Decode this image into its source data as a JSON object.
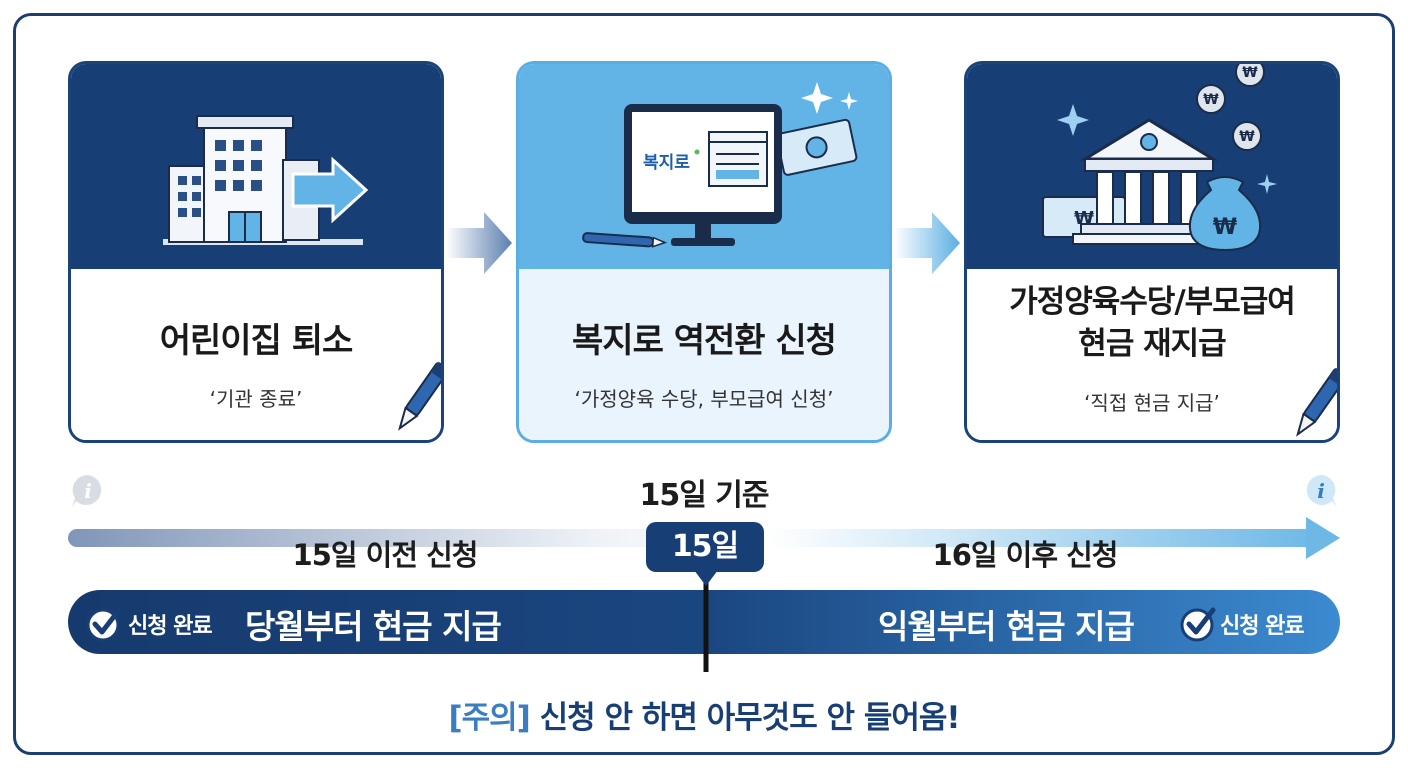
{
  "colors": {
    "navy": "#173e75",
    "light_blue": "#63b4e6",
    "text_dark": "#1a1a1a",
    "warning_tag": "#3b7dc1"
  },
  "steps": [
    {
      "title_lines": [
        "어린이집 퇴소"
      ],
      "subtitle": "‘기관 종료’",
      "icon": "building-exit-icon"
    },
    {
      "title_lines": [
        "복지로 역전환 신청"
      ],
      "subtitle": "‘가정양육 수당, 부모급여 신청’",
      "icon": "computer-application-icon",
      "screen_logo": "복지로"
    },
    {
      "title_lines": [
        "가정양육수당/부모급여",
        "현금 재지급"
      ],
      "subtitle": "‘직접 현금 지급’",
      "icon": "bank-money-icon",
      "currency_symbol": "₩"
    }
  ],
  "timeline": {
    "criterion": "15일 기준",
    "pin_label": "15일",
    "before_label": "15일 이전 신청",
    "after_label": "16일 이후 신청",
    "left_band": {
      "done_label": "신청 완료",
      "result": "당월부터 현금 지급"
    },
    "right_band": {
      "result": "익월부터 현금 지급",
      "done_label": "신청 완료"
    },
    "info_icon_glyph": "i"
  },
  "warning": {
    "tag": "[주의]",
    "message": " 신청 안 하면 아무것도 안 들어옴!"
  }
}
